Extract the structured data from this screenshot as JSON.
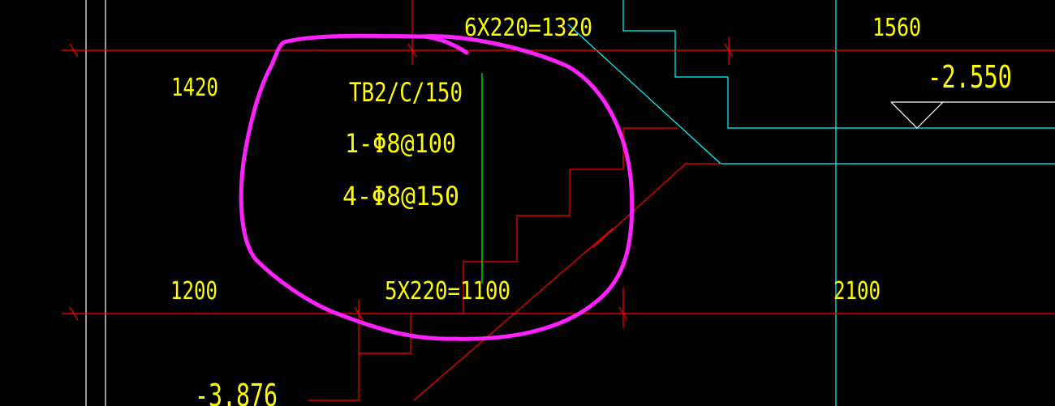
{
  "colors": {
    "background": "#000000",
    "text": "#ffff00",
    "red_line": "#ff0000",
    "cyan_line": "#00ffff",
    "green_line": "#00ff00",
    "white_line": "#ffffff",
    "annotation": "#ff22ff"
  },
  "dimensions": {
    "top_mid": "6X220=1320",
    "top_right": "1560",
    "left_upper": "1420",
    "left_lower": "1200",
    "bottom_mid": "5X220=1100",
    "bottom_right": "2100"
  },
  "elevations": {
    "upper": "-2.550",
    "lower": "-3.876"
  },
  "stair_label": {
    "name": "TB2/C/150",
    "rebar_top": "1-Φ8@100",
    "rebar_bottom": "4-Φ8@150"
  }
}
